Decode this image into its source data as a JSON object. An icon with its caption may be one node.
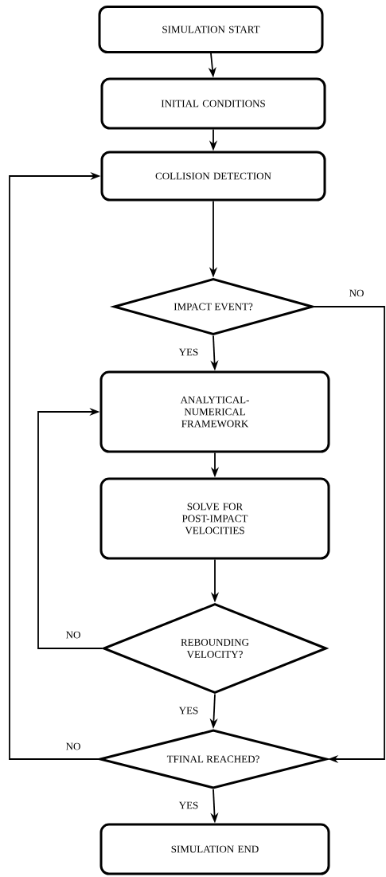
{
  "diagram": {
    "nodes": [
      {
        "text": [
          "SIMULATION START"
        ]
      },
      {
        "text": [
          "INITIAL CONDITIONS"
        ]
      },
      {
        "text": [
          "COLLISION DETECTION"
        ]
      },
      {
        "text": [
          "IMPACT EVENT?"
        ]
      },
      {
        "text": [
          "ANALYTICAL-NUMERICAL FRAMEWORK"
        ]
      },
      {
        "text": [
          "SOLVE FOR POST-IMPACT VELOCITIES"
        ]
      },
      {
        "text": [
          "REBOUNDING VELOCITY?"
        ]
      },
      {
        "text": [
          "TFINAL REACHED?"
        ]
      },
      {
        "text": [
          "SIMULATION END"
        ]
      }
    ],
    "edges": [
      {
        "from": 0,
        "to": 1,
        "arrow": "to"
      },
      {
        "from": 1,
        "to": 2,
        "arrow": "to"
      },
      {
        "from": 2,
        "to": 3,
        "arrow": "to"
      },
      {
        "from": 3,
        "to": 4,
        "arrow": "to",
        "label": "YES"
      },
      {
        "from": 3,
        "to": 7,
        "arrow": "to",
        "label": "NO"
      },
      {
        "from": 4,
        "to": 5,
        "arrow": "to"
      },
      {
        "from": 5,
        "to": 6,
        "arrow": "to"
      },
      {
        "from": 6,
        "to": 4,
        "arrow": "to",
        "label": "NO"
      },
      {
        "from": 6,
        "to": 7,
        "arrow": "to",
        "label": "YES"
      },
      {
        "from": 7,
        "to": 2,
        "arrow": "to",
        "label": "NO"
      },
      {
        "from": 7,
        "to": 8,
        "arrow": "to",
        "label": "YES"
      }
    ]
  }
}
